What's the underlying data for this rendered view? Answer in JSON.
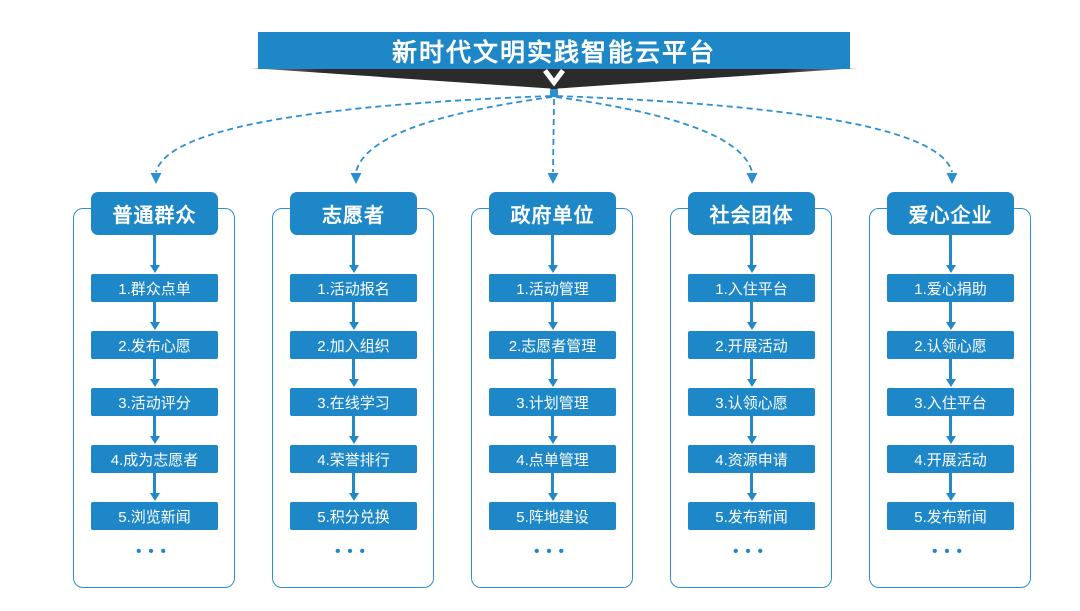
{
  "title": "新时代文明实践智能云平台",
  "colors": {
    "primary_blue": "#1d87c7",
    "line_blue": "#2b8fd1",
    "dark_wedge": "#2b2b2b",
    "text_on_blue": "#ffffff",
    "background": "#ffffff"
  },
  "columns": [
    {
      "header": "普通群众",
      "items": [
        "1.群众点单",
        "2.发布心愿",
        "3.活动评分",
        "4.成为志愿者",
        "5.浏览新闻"
      ],
      "more": "•••"
    },
    {
      "header": "志愿者",
      "items": [
        "1.活动报名",
        "2.加入组织",
        "3.在线学习",
        "4.荣誉排行",
        "5.积分兑换"
      ],
      "more": "•••"
    },
    {
      "header": "政府单位",
      "items": [
        "1.活动管理",
        "2.志愿者管理",
        "3.计划管理",
        "4.点单管理",
        "5.阵地建设"
      ],
      "more": "•••"
    },
    {
      "header": "社会团体",
      "items": [
        "1.入住平台",
        "2.开展活动",
        "3.认领心愿",
        "4.资源申请",
        "5.发布新闻"
      ],
      "more": "•••"
    },
    {
      "header": "爱心企业",
      "items": [
        "1.爱心捐助",
        "2.认领心愿",
        "3.入住平台",
        "4.开展活动",
        "5.发布新闻"
      ],
      "more": "•••"
    }
  ]
}
